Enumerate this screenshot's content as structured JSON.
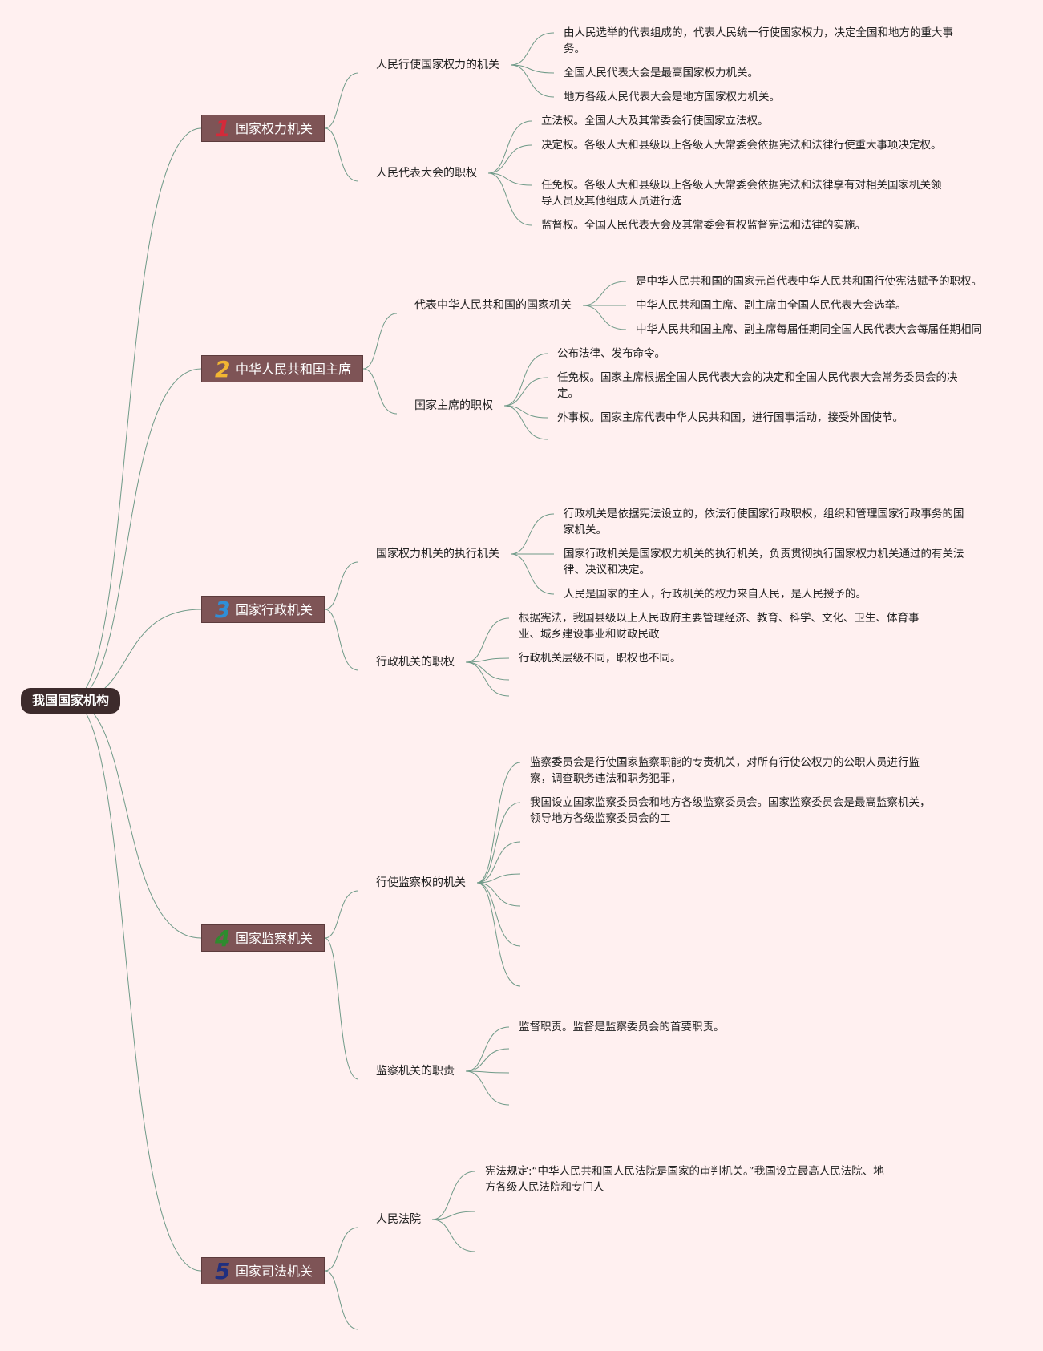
{
  "root": {
    "label": "我国国家机构"
  },
  "sections": [
    {
      "num": "1",
      "num_color": "#d42a3a",
      "label": "国家权力机关",
      "subs": [
        {
          "label": "人民行使国家权力的机关",
          "leaves": [
            "由人民选举的代表组成的，代表人民统一行使国家权力，决定全国和地方的重大事务。",
            "全国人民代表大会是最高国家权力机关。",
            "地方各级人民代表大会是地方国家权力机关。"
          ]
        },
        {
          "label": "人民代表大会的职权",
          "leaves": [
            "立法权。全国人大及其常委会行使国家立法权。",
            "决定权。各级人大和县级以上各级人大常委会依据宪法和法律行使重大事项决定权。",
            "任免权。各级人大和县级以上各级人大常委会依据宪法和法律享有对相关国家机关领导人员及其他组成人员进行选",
            "监督权。全国人民代表大会及其常委会有权监督宪法和法律的实施。"
          ]
        }
      ]
    },
    {
      "num": "2",
      "num_color": "#f2b632",
      "label": "中华人民共和国主席",
      "subs": [
        {
          "label": "代表中华人民共和国的国家机关",
          "leaves": [
            "是中华人民共和国的国家元首代表中华人民共和国行使宪法赋予的职权。",
            "中华人民共和国主席、副主席由全国人民代表大会选举。",
            "中华人民共和国主席、副主席每届任期同全国人民代表大会每届任期相同"
          ]
        },
        {
          "label": "国家主席的职权",
          "leaves": [
            "公布法律、发布命令。",
            "任免权。国家主席根据全国人民代表大会的决定和全国人民代表大会常务委员会的决定。",
            "外事权。国家主席代表中华人民共和国，进行国事活动，接受外国使节。",
            ""
          ]
        }
      ]
    },
    {
      "num": "3",
      "num_color": "#2f8fd8",
      "label": "国家行政机关",
      "subs": [
        {
          "label": "国家权力机关的执行机关",
          "leaves": [
            "行政机关是依据宪法设立的，依法行使国家行政职权，组织和管理国家行政事务的国家机关。",
            "国家行政机关是国家权力机关的执行机关，负责贯彻执行国家权力机关通过的有关法律、决议和决定。",
            "人民是国家的主人，行政机关的权力来自人民，是人民授予的。"
          ]
        },
        {
          "label": "行政机关的职权",
          "leaves": [
            "根据宪法，我国县级以上人民政府主要管理经济、教育、科学、文化、卫生、体育事业、城乡建设事业和财政民政",
            "行政机关层级不同，职权也不同。",
            "",
            ""
          ]
        }
      ]
    },
    {
      "num": "4",
      "num_color": "#2e8b2e",
      "label": "国家监察机关",
      "subs": [
        {
          "label": "行使监察权的机关",
          "leaves": [
            "监察委员会是行使国家监察职能的专责机关，对所有行使公权力的公职人员进行监察，调查职务违法和职务犯罪，",
            "我国设立国家监察委员会和地方各级监察委员会。国家监察委员会是最高监察机关，领导地方各级监察委员会的工",
            "",
            "",
            "",
            "",
            ""
          ]
        },
        {
          "label": "监察机关的职责",
          "leaves": [
            "监督职责。监督是监察委员会的首要职责。",
            "",
            "",
            ""
          ]
        }
      ]
    },
    {
      "num": "5",
      "num_color": "#1f2f80",
      "label": "国家司法机关",
      "subs": [
        {
          "label": "人民法院",
          "leaves": [
            "宪法规定:“中华人民共和国人民法院是国家的审判机关。”我国设立最高人民法院、地方各级人民法院和专门人",
            "",
            ""
          ]
        },
        {
          "label": "",
          "leaves": []
        }
      ]
    }
  ]
}
